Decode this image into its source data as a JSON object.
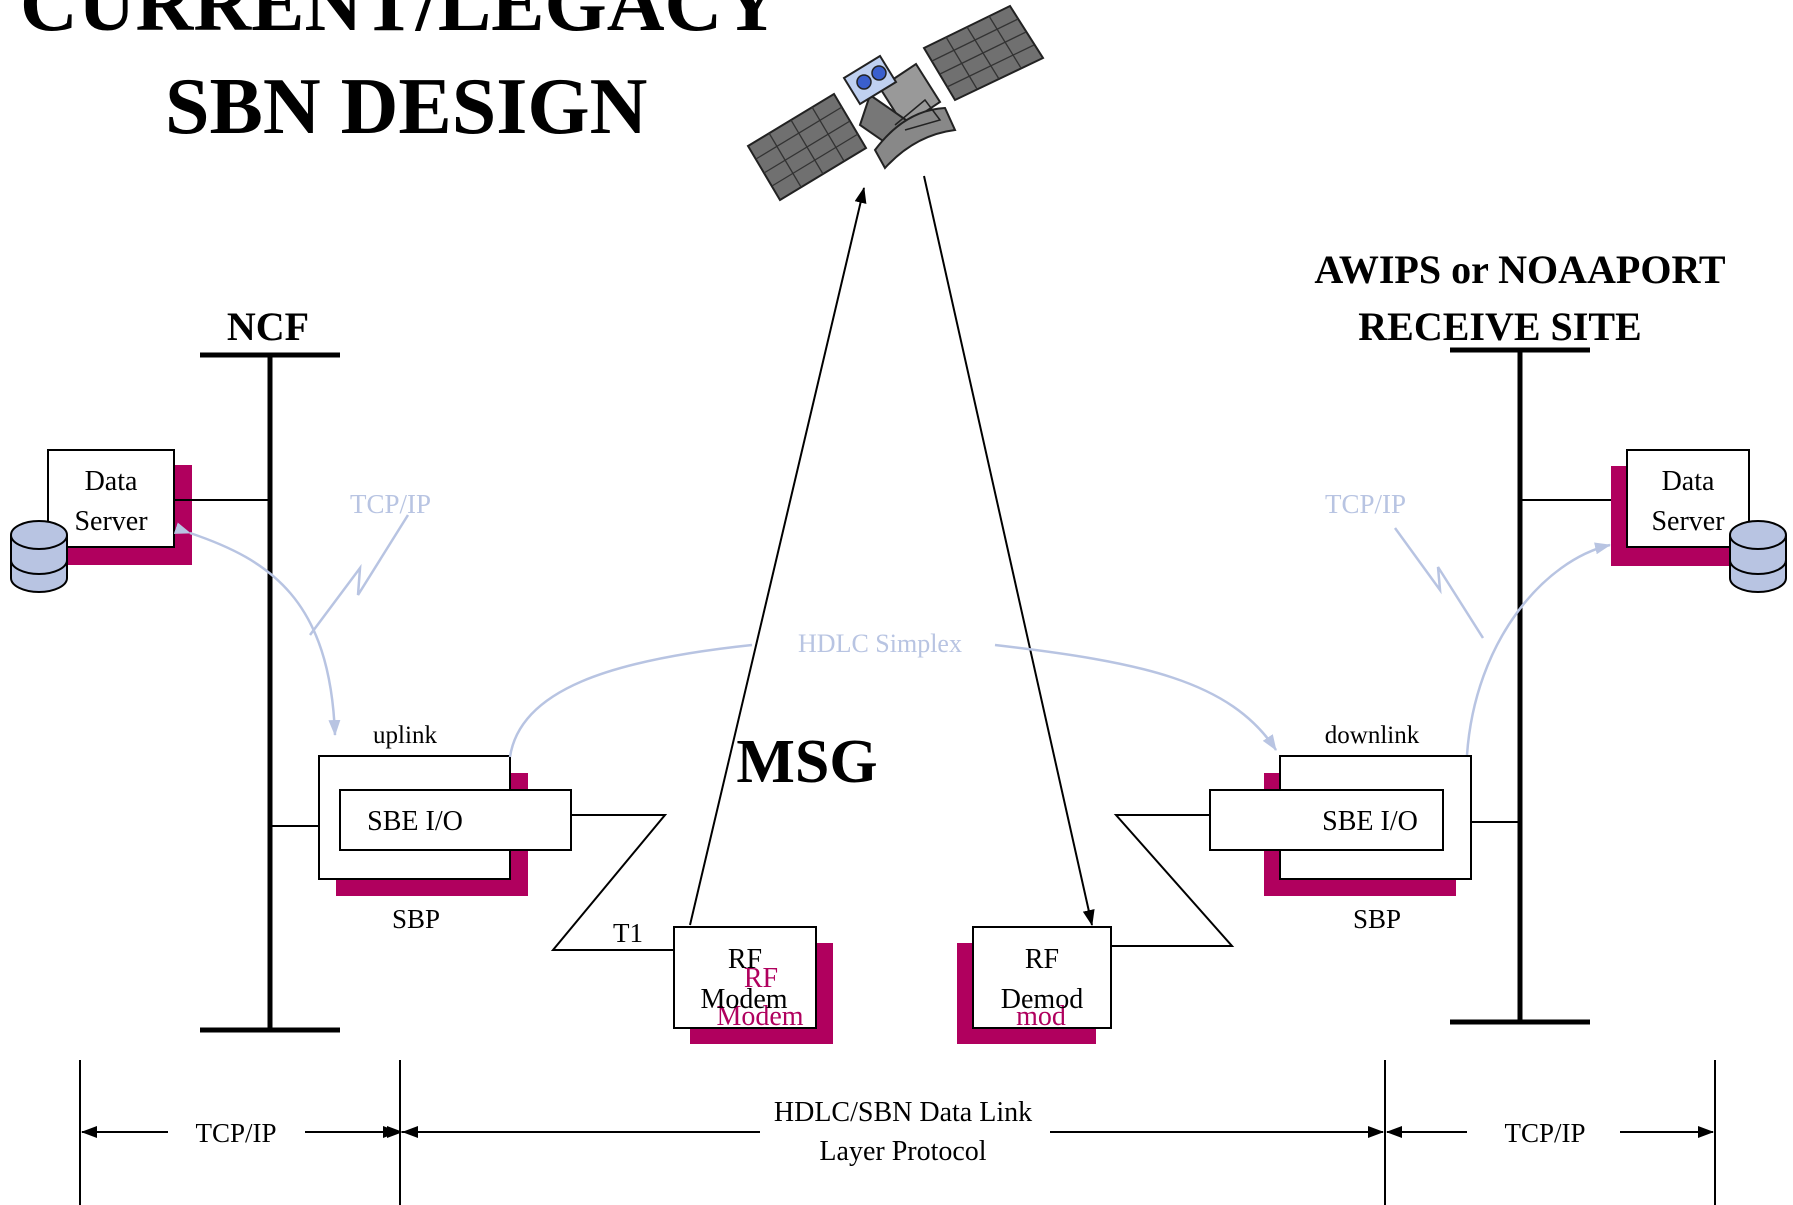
{
  "title": {
    "line1": "CURRENT/LEGACY",
    "line2": "SBN DESIGN"
  },
  "colors": {
    "shadow": "#B0005E",
    "protocol_light": "#B8C4E2",
    "disk_fill": "#B8C4E2",
    "ink": "#000000",
    "satellite_panel": "#666666",
    "satellite_body": "#999999"
  },
  "left_site": {
    "label": "NCF",
    "data_server": {
      "line1": "Data",
      "line2": "Server"
    },
    "tcp_label": "TCP/IP",
    "box_label": "uplink",
    "sbe": "SBE I/O",
    "sbp": "SBP",
    "t1": "T1"
  },
  "right_site": {
    "label_line1": "AWIPS or NOAAPORT",
    "label_line2": "RECEIVE SITE",
    "data_server": {
      "line1": "Data",
      "line2": "Server"
    },
    "tcp_label": "TCP/IP",
    "box_label": "downlink",
    "sbe": "SBE I/O",
    "sbp": "SBP"
  },
  "center": {
    "msg": "MSG",
    "hdlc_simplex": "HDLC Simplex",
    "rf_modem": {
      "line1": "RF",
      "line2": "Modem",
      "shadow_line1": "RF",
      "shadow_line2": "Modem"
    },
    "rf_demod": {
      "line1": "RF",
      "line2": "Demod",
      "shadow_line2": "mod"
    }
  },
  "bottom": {
    "left_tcp": "TCP/IP",
    "middle_line1": "HDLC/SBN Data Link",
    "middle_line2": "Layer Protocol",
    "right_tcp": "TCP/IP"
  }
}
